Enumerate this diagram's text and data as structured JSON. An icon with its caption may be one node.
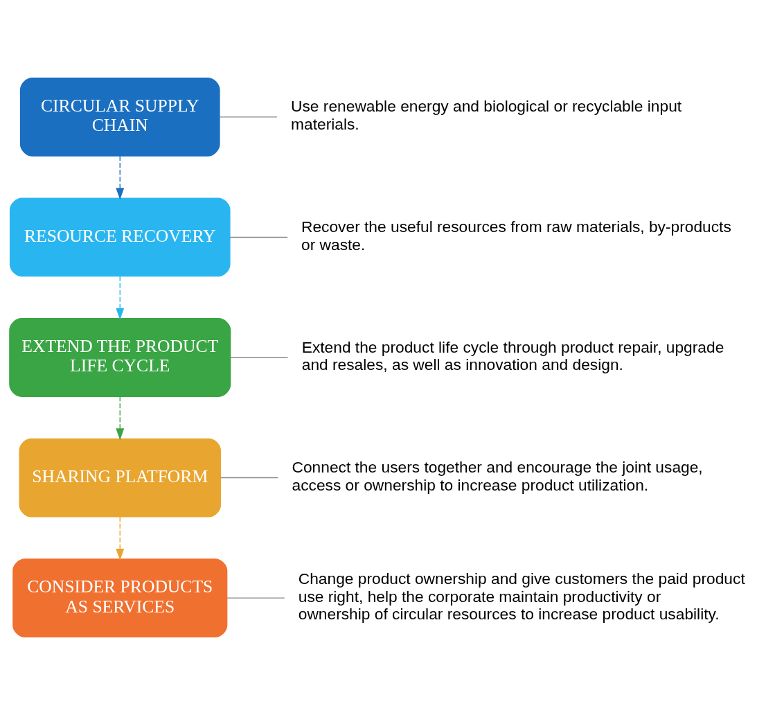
{
  "diagram": {
    "nodes": [
      {
        "text": [
          "CIRCULAR SUPPLY CHAIN"
        ]
      },
      {
        "text": [
          "Use renewable energy and biological or recyclable input materials."
        ]
      },
      {
        "text": [
          "RESOURCE RECOVERY"
        ]
      },
      {
        "text": [
          "Recover the useful resources from raw materials, by-products or waste."
        ]
      },
      {
        "text": [
          "EXTEND THE PRODUCT LIFE CYCLE"
        ]
      },
      {
        "text": [
          "Extend the product life cycle through product repair, upgrade and resales, as well as innovation and design."
        ]
      },
      {
        "text": [
          "SHARING PLATFORM"
        ]
      },
      {
        "text": [
          "Connect the users together and encourage the joint usage, access or ownership to increase product utilization."
        ]
      },
      {
        "text": [
          "CONSIDER PRODUCTS AS SERVICES"
        ]
      },
      {
        "text": [
          "Change product ownership and give customers the paid product use right, help the corporate maintain productivity or ownership of circular resources to increase product usability."
        ]
      }
    ],
    "edges": [
      {
        "from": 0,
        "to": 2,
        "arrow": "to",
        "style": "dashed",
        "color": "#1a6fc0"
      },
      {
        "from": 2,
        "to": 4,
        "arrow": "to",
        "style": "dashed",
        "color": "#29b6f0"
      },
      {
        "from": 4,
        "to": 6,
        "arrow": "to",
        "style": "dashed",
        "color": "#3aa544"
      },
      {
        "from": 6,
        "to": 8,
        "arrow": "to",
        "style": "dashed",
        "color": "#e8a530"
      },
      {
        "from": 0,
        "to": 1,
        "arrow": "none"
      },
      {
        "from": 2,
        "to": 3,
        "arrow": "none"
      },
      {
        "from": 4,
        "to": 5,
        "arrow": "none"
      },
      {
        "from": 6,
        "to": 7,
        "arrow": "none"
      },
      {
        "from": 8,
        "to": 9,
        "arrow": "none"
      }
    ]
  }
}
